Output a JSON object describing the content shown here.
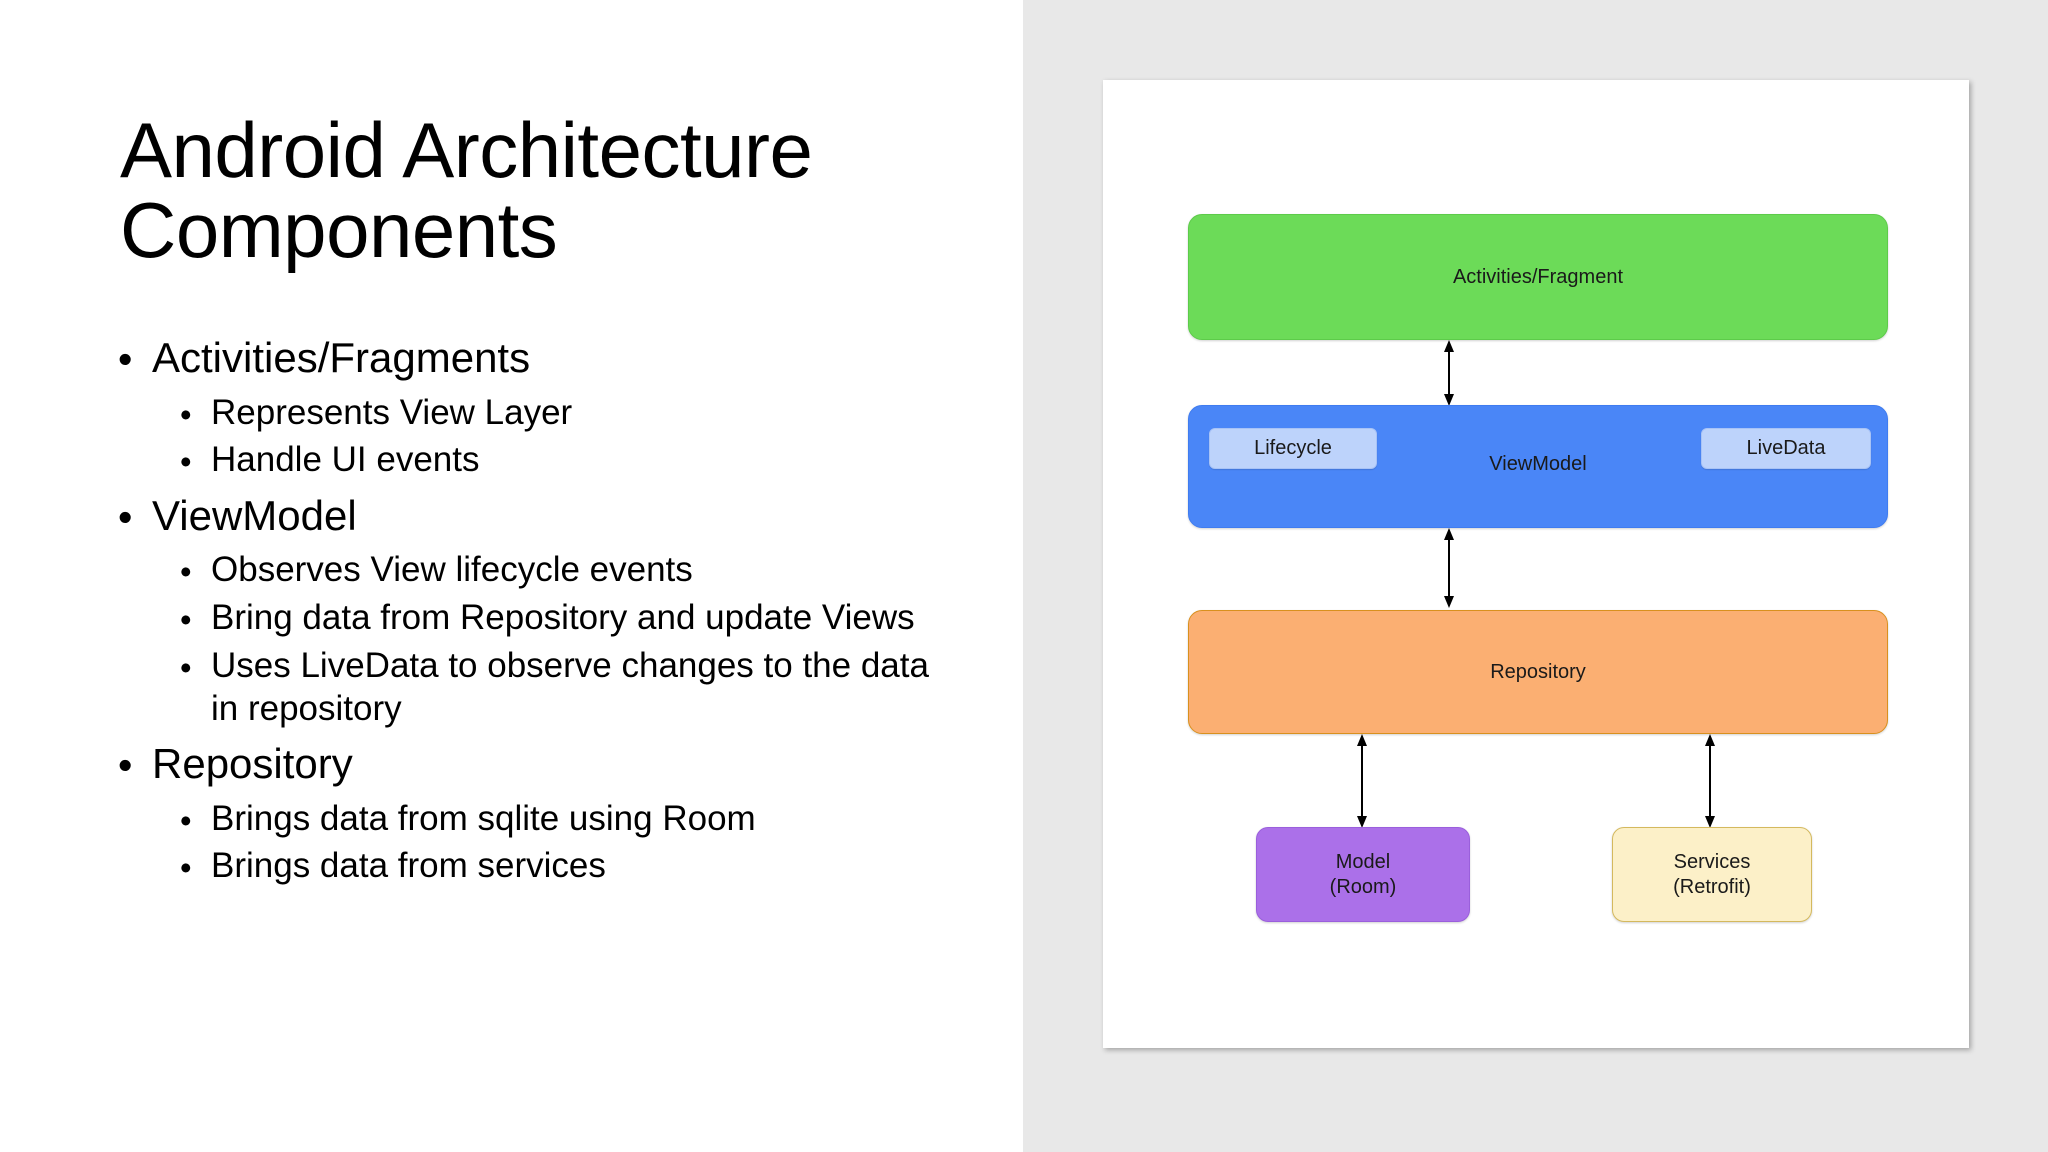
{
  "slide": {
    "title": "Android Architecture Components",
    "bullets": [
      {
        "level": 1,
        "text": "Activities/Fragments"
      },
      {
        "level": 2,
        "text": "Represents View Layer"
      },
      {
        "level": 2,
        "text": "Handle UI events"
      },
      {
        "level": 1,
        "text": "ViewModel"
      },
      {
        "level": 2,
        "text": "Observes View lifecycle events"
      },
      {
        "level": 2,
        "text": "Bring data from Repository and update Views"
      },
      {
        "level": 2,
        "text": "Uses LiveData to observe changes to the data in repository"
      },
      {
        "level": 1,
        "text": "Repository"
      },
      {
        "level": 2,
        "text": "Brings data from sqlite using Room"
      },
      {
        "level": 2,
        "text": "Brings data from services"
      }
    ],
    "bullet_glyph": "•"
  },
  "diagram": {
    "nodes": {
      "activities": {
        "label": "Activities/Fragment",
        "color": "#6cdb58"
      },
      "viewmodel": {
        "label": "ViewModel",
        "color": "#4a86f7"
      },
      "repository": {
        "label": "Repository",
        "color": "#fbaf72"
      },
      "model": {
        "label": "Model\n(Room)",
        "line1": "Model",
        "line2": "(Room)",
        "color": "#ab70e9"
      },
      "services": {
        "label": "Services\n(Retrofit)",
        "line1": "Services",
        "line2": "(Retrofit)",
        "color": "#fcf0c8"
      }
    },
    "pills": {
      "lifecycle": {
        "label": "Lifecycle",
        "color": "#bdd3fb"
      },
      "livedata": {
        "label": "LiveData",
        "color": "#bdd3fb"
      }
    },
    "connectors": [
      {
        "from": "activities",
        "to": "viewmodel",
        "style": "double-headed-arrow"
      },
      {
        "from": "viewmodel",
        "to": "repository",
        "style": "double-headed-arrow"
      },
      {
        "from": "repository",
        "to": "model",
        "style": "double-headed-arrow"
      },
      {
        "from": "repository",
        "to": "services",
        "style": "double-headed-arrow"
      }
    ]
  },
  "theme": {
    "pane_background": "#e8e8e8",
    "card_background": "#ffffff",
    "text_color": "#000000"
  }
}
